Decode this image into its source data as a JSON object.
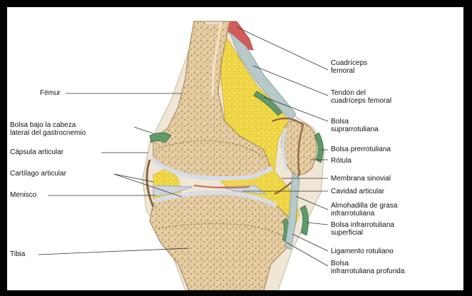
{
  "diagram": {
    "labels_left": {
      "femur": "Fémur",
      "bursa_gastrocnemius_1": "Bolsa bajo la cabeza",
      "bursa_gastrocnemius_2": "lateral del gastrocnemio",
      "joint_capsule": "Cápsula articular",
      "articular_cartilage": "Cartílago articular",
      "meniscus": "Menisco",
      "tibia": "Tibia"
    },
    "labels_right": {
      "quadriceps_1": "Cuadríceps",
      "quadriceps_2": "femoral",
      "quad_tendon_1": "Tendón del",
      "quad_tendon_2": "cuadríceps femoral",
      "suprapatellar_1": "Bolsa",
      "suprapatellar_2": "suprarrotuliana",
      "prepatellar": "Bolsa prerrotuliana",
      "patella": "Rótula",
      "synovial": "Membrana sinovial",
      "joint_cavity": "Cavidad articular",
      "fat_pad_1": "Almohadilla de grasa",
      "fat_pad_2": "infrarrotuliana",
      "superficial_infra_1": "Bolsa infrarrotuliana",
      "superficial_infra_2": "superficial",
      "patellar_ligament": "Ligamento rotuliano",
      "deep_infra_1": "Bolsa",
      "deep_infra_2": "infrarrotuliana profunda"
    },
    "colors": {
      "bone": "#e9d3ad",
      "bone_spongy": "#c9a877",
      "cartilage": "#dfe3ea",
      "fat": "#f3df4a",
      "capsule": "#8c6446",
      "bursa": "#5f9a6a",
      "muscle": "#d35c5a",
      "leader": "#333333"
    }
  }
}
